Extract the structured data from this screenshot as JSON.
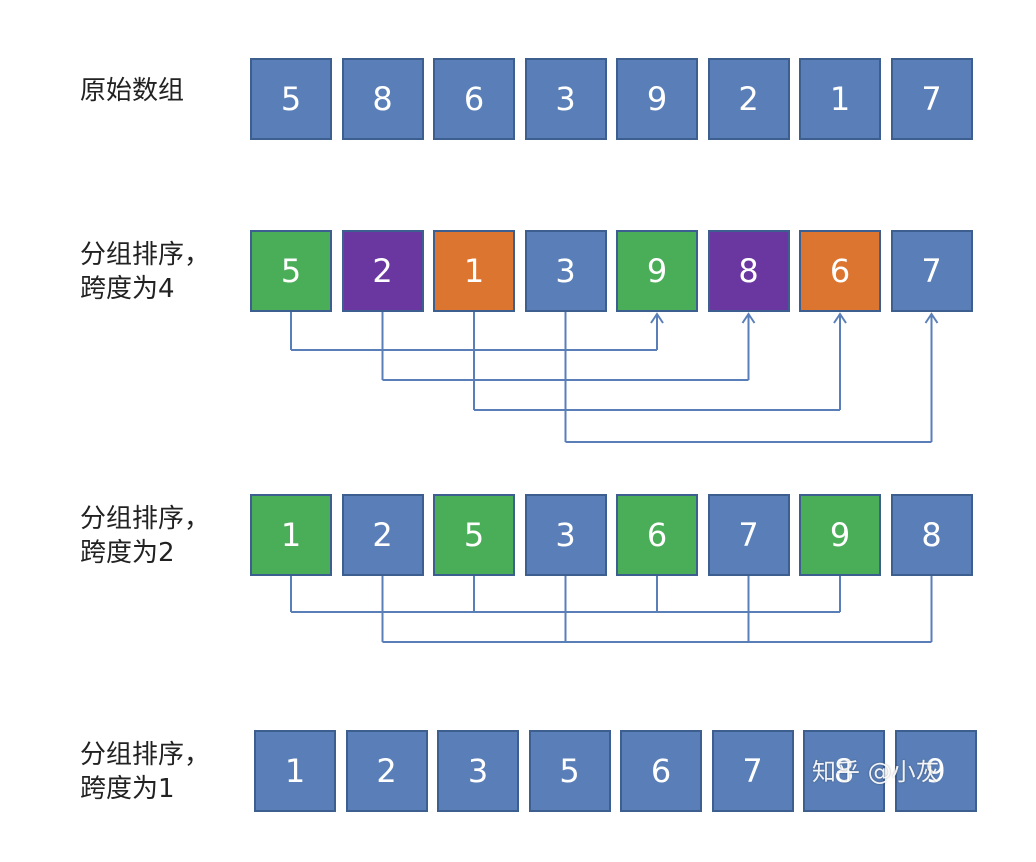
{
  "colors": {
    "blue": "#5a7fb8",
    "green": "#4aad58",
    "purple": "#6a37a0",
    "orange": "#dc7530",
    "line": "#5a7fb8"
  },
  "rows": [
    {
      "label": "原始数组",
      "cells": [
        {
          "value": "5",
          "color": "blue"
        },
        {
          "value": "8",
          "color": "blue"
        },
        {
          "value": "6",
          "color": "blue"
        },
        {
          "value": "3",
          "color": "blue"
        },
        {
          "value": "9",
          "color": "blue"
        },
        {
          "value": "2",
          "color": "blue"
        },
        {
          "value": "1",
          "color": "blue"
        },
        {
          "value": "7",
          "color": "blue"
        }
      ]
    },
    {
      "label": "分组排序，\n跨度为4",
      "cells": [
        {
          "value": "5",
          "color": "green"
        },
        {
          "value": "2",
          "color": "purple"
        },
        {
          "value": "1",
          "color": "orange"
        },
        {
          "value": "3",
          "color": "blue"
        },
        {
          "value": "9",
          "color": "green"
        },
        {
          "value": "8",
          "color": "purple"
        },
        {
          "value": "6",
          "color": "orange"
        },
        {
          "value": "7",
          "color": "blue"
        }
      ],
      "links": [
        {
          "members": [
            0,
            4
          ],
          "arrow": true
        },
        {
          "members": [
            1,
            5
          ],
          "arrow": true
        },
        {
          "members": [
            2,
            6
          ],
          "arrow": true
        },
        {
          "members": [
            3,
            7
          ],
          "arrow": true
        }
      ]
    },
    {
      "label": "分组排序，\n跨度为2",
      "cells": [
        {
          "value": "1",
          "color": "green"
        },
        {
          "value": "2",
          "color": "blue"
        },
        {
          "value": "5",
          "color": "green"
        },
        {
          "value": "3",
          "color": "blue"
        },
        {
          "value": "6",
          "color": "green"
        },
        {
          "value": "7",
          "color": "blue"
        },
        {
          "value": "9",
          "color": "green"
        },
        {
          "value": "8",
          "color": "blue"
        }
      ],
      "links": [
        {
          "members": [
            0,
            2,
            4,
            6
          ],
          "arrow": false
        },
        {
          "members": [
            1,
            3,
            5,
            7
          ],
          "arrow": false
        }
      ]
    },
    {
      "label": "分组排序，\n跨度为1",
      "cells": [
        {
          "value": "1",
          "color": "blue"
        },
        {
          "value": "2",
          "color": "blue"
        },
        {
          "value": "3",
          "color": "blue"
        },
        {
          "value": "5",
          "color": "blue"
        },
        {
          "value": "6",
          "color": "blue"
        },
        {
          "value": "7",
          "color": "blue"
        },
        {
          "value": "8",
          "color": "blue"
        },
        {
          "value": "9",
          "color": "blue"
        }
      ]
    }
  ],
  "watermark": "知乎 @小灰"
}
